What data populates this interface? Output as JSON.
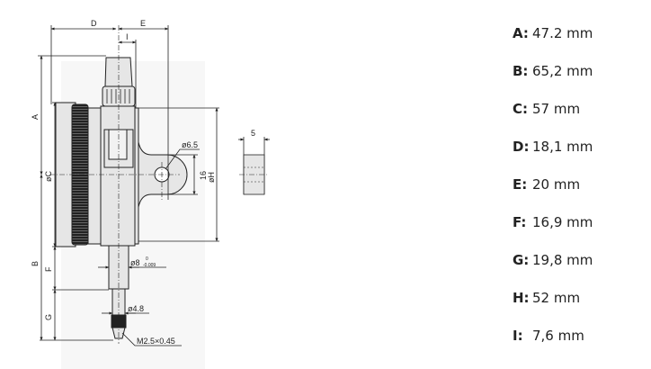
{
  "drawing": {
    "title": "Dial indicator dimensional drawing",
    "labels": {
      "A": "A",
      "B": "B",
      "C": "øC",
      "D": "D",
      "E": "E",
      "F": "F",
      "G": "G",
      "H": "øH",
      "I": "I"
    },
    "annotations": {
      "lug_hole": "ø6.5",
      "lug_height": "16",
      "lug_thickness": "5",
      "stem_diameter": "ø8",
      "stem_tol_upper": "0",
      "stem_tol_lower": "-0.009",
      "spindle_diameter": "ø4.8",
      "thread": "M2.5×0.45"
    }
  },
  "specs": [
    {
      "key": "A:",
      "value": "47.2 mm"
    },
    {
      "key": "B:",
      "value": "65,2 mm"
    },
    {
      "key": "C:",
      "value": "57 mm"
    },
    {
      "key": "D:",
      "value": "18,1 mm"
    },
    {
      "key": "E:",
      "value": "20 mm"
    },
    {
      "key": "F:",
      "value": "16,9 mm"
    },
    {
      "key": "G:",
      "value": "19,8 mm"
    },
    {
      "key": "H:",
      "value": "52 mm"
    },
    {
      "key": "I:",
      "value": "7,6 mm"
    }
  ]
}
